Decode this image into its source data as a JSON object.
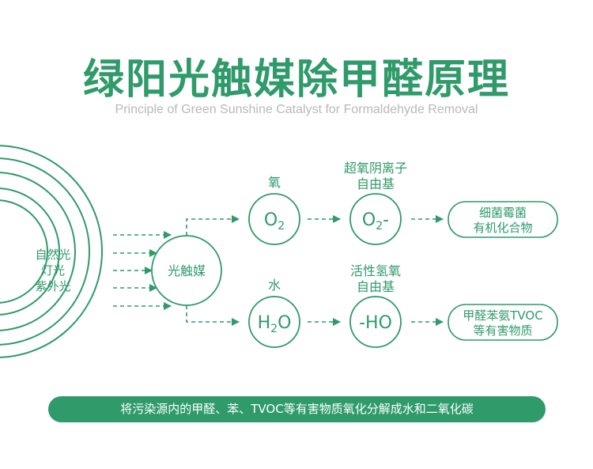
{
  "title": "绿阳光触媒除甲醛原理",
  "subtitle": "Principle of Green Sunshine Catalyst for Formaldehyde Removal",
  "light_source": [
    "自然光",
    "灯光",
    "紫外光"
  ],
  "catalyst": "光触媒",
  "top_row": {
    "reactant_label": "氧",
    "reactant_formula": {
      "main": "O",
      "sub": "2",
      "sup": ""
    },
    "radical_label": [
      "超氧阴离子",
      "自由基"
    ],
    "radical_formula": {
      "main": "O",
      "sub": "2",
      "sup": "-"
    },
    "target": [
      "细菌霉菌",
      "有机化合物"
    ]
  },
  "bottom_row": {
    "reactant_label": "水",
    "reactant_formula": {
      "pre": "H",
      "sub": "2",
      "post": "O"
    },
    "radical_label": [
      "活性氢氧",
      "自由基"
    ],
    "radical_formula": "-HO",
    "target": [
      "甲醛苯氨TVOC",
      "等有害物质"
    ]
  },
  "banner": "将污染源内的甲醛、苯、TVOC等有害物质氧化分解成水和二氧化碳",
  "colors": {
    "accent": "#2f9a6a",
    "subtitle": "#b9b9b9",
    "background": "#ffffff"
  }
}
